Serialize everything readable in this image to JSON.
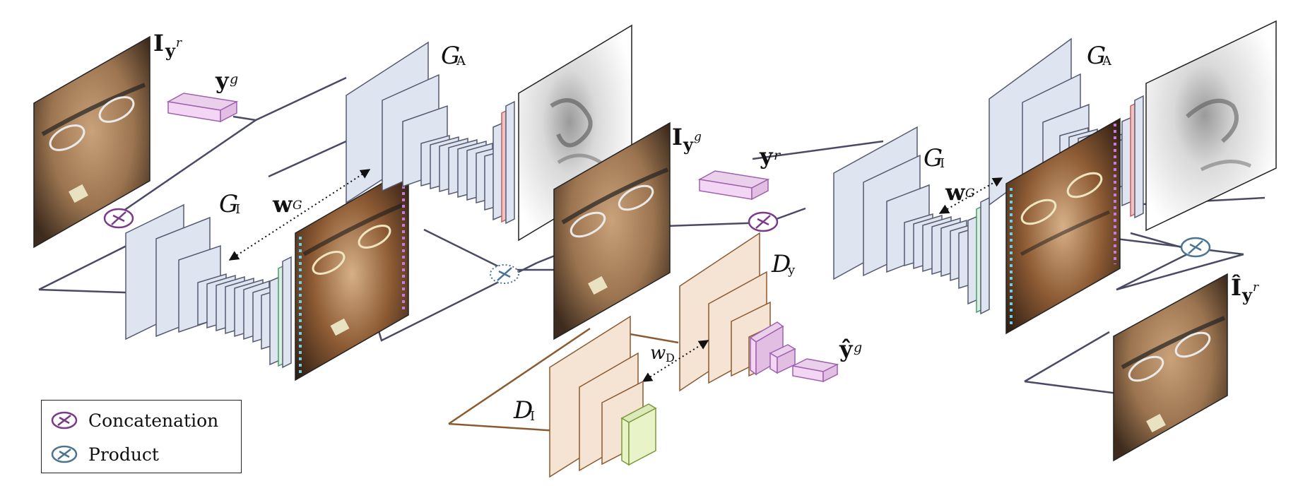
{
  "labels": {
    "I_yr": "I",
    "I_yr_sub": "y",
    "I_yr_sup": "r",
    "y_g": "y",
    "y_g_sup": "g",
    "G_I_left": "G",
    "G_I_left_sub": "I",
    "G_A_left": "G",
    "G_A_left_sub": "A",
    "W_G_left": "w",
    "W_G_left_sub": "G",
    "I_yg": "I",
    "I_yg_sub": "y",
    "I_yg_sup": "g",
    "y_r": "y",
    "y_r_sup": "r",
    "D_y": "D",
    "D_y_sub": "y",
    "W_D": "w",
    "W_D_sub": "D",
    "yhat_g": "ŷ",
    "yhat_g_sup": "g",
    "D_I": "D",
    "D_I_sub": "I",
    "G_I_right": "G",
    "G_I_right_sub": "I",
    "G_A_right": "G",
    "G_A_right_sub": "A",
    "W_G_right": "w",
    "W_G_right_sub": "G",
    "Ihat_yr": "Î",
    "Ihat_yr_sub": "y",
    "Ihat_yr_sup": "r"
  },
  "legend": {
    "concat_label": "Concatenation",
    "product_label": "Product"
  },
  "colors": {
    "generator": "#dfe5f0",
    "generator_edge": "#555a70",
    "discriminator": "#f5e3d3",
    "disc_edge": "#8a5a30",
    "label_vec": "#f3d6f3",
    "label_vec_edge": "#a060b0",
    "concat": "#7a3a8a",
    "product": "#4a7590",
    "line": "#4a4a66",
    "disc_line": "#8a5a30",
    "green_block": "#e8f3c8",
    "attention_red": "#f2c2c2"
  }
}
